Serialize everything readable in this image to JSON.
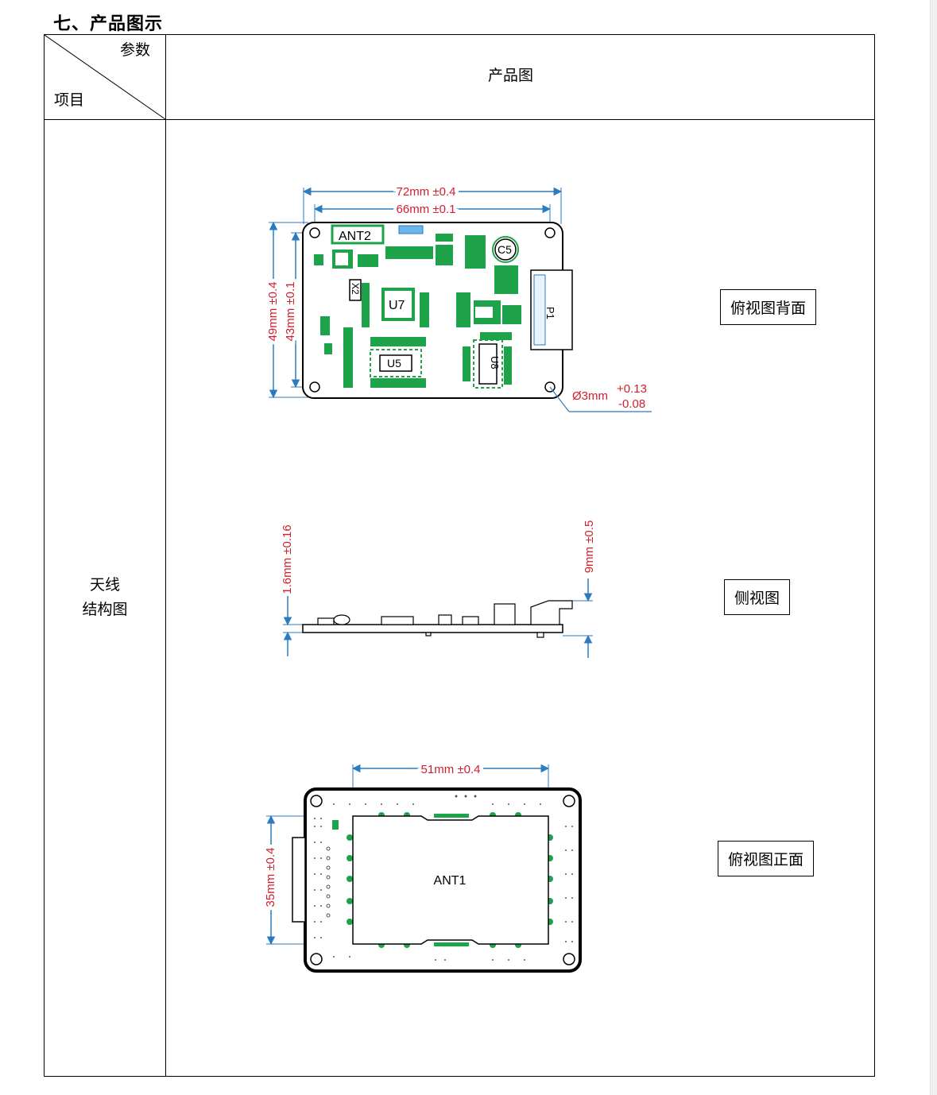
{
  "section_title": "七、产品图示",
  "table": {
    "header_param": "参数",
    "header_item": "项目",
    "header_image": "产品图",
    "row_label_line1": "天线",
    "row_label_line2": "结构图"
  },
  "views": {
    "back": {
      "label": "俯视图背面",
      "dim_width_outer": "72mm ±0.4",
      "dim_width_inner": "66mm ±0.1",
      "dim_height_outer": "49mm ±0.4",
      "dim_height_inner": "43mm ±0.1",
      "hole_dia": "Ø3mm",
      "hole_tol_plus": "+0.13",
      "hole_tol_minus": "-0.08",
      "components": [
        "ANT2",
        "U7",
        "U5",
        "U8",
        "C5",
        "X2",
        "P1"
      ]
    },
    "side": {
      "label": "侧视图",
      "dim_thickness": "1.6mm ±0.16",
      "dim_height": "9mm ±0.5"
    },
    "front": {
      "label": "俯视图正面",
      "dim_width": "51mm ±0.4",
      "dim_height": "35mm ±0.4",
      "antenna_label": "ANT1"
    }
  },
  "colors": {
    "dimension": "#d0202e",
    "dimension_line": "#2a7bbf",
    "pcb_green": "#1fa34a",
    "outline": "#000000"
  }
}
